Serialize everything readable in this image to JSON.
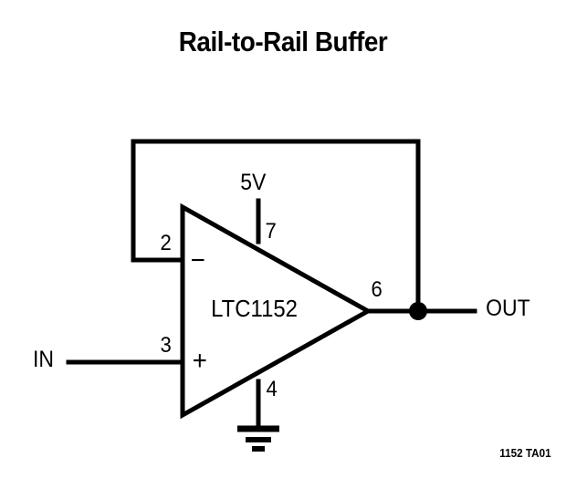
{
  "figure": {
    "title": "Rail-to-Rail Buffer",
    "caption": "1152 TA01",
    "type": "schematic-diagram",
    "accent_color": "#000000",
    "background_color": "#ffffff",
    "line_color": "#000000"
  },
  "component": {
    "part_number": "LTC1152",
    "symbol": "opamp-triangle",
    "inverting_input_sign": "−",
    "noninverting_input_sign": "+"
  },
  "pins": [
    {
      "number": "2",
      "net": "inverting-input"
    },
    {
      "number": "3",
      "net": "noninverting-input"
    },
    {
      "number": "7",
      "net": "positive-supply"
    },
    {
      "number": "6",
      "net": "output"
    },
    {
      "number": "4",
      "net": "ground"
    }
  ],
  "nets": {
    "supply_label": "5V",
    "input_label": "IN",
    "output_label": "OUT",
    "ground_symbol": "earth-ground"
  },
  "annotations": {
    "feedback": "output tied to inverting input (unity-gain buffer)"
  }
}
